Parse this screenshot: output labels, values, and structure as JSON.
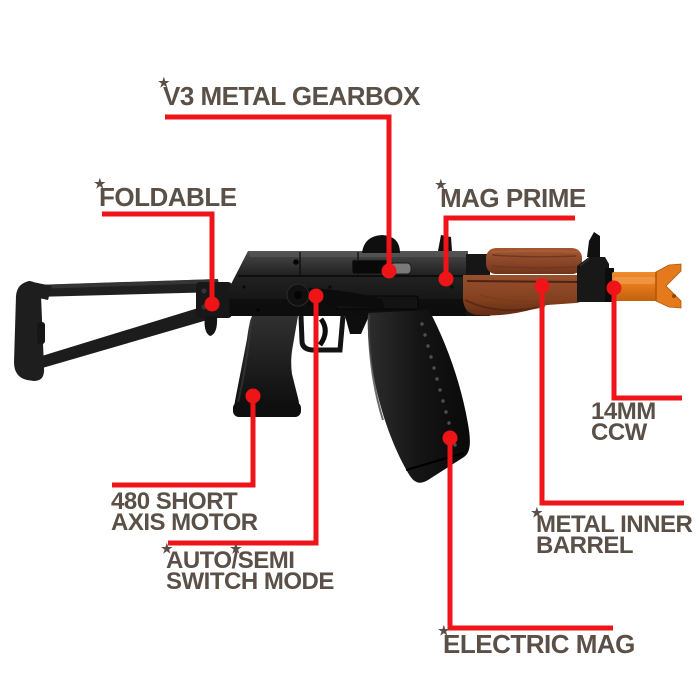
{
  "page": {
    "type": "product-feature-diagram",
    "background": "#ffffff"
  },
  "colors": {
    "callout_red": "#ee1418",
    "label_text": "#5a5047",
    "gun_black": "#1a1a1a",
    "wood_brown": "#8f4e2d",
    "orange_tip": "#e4791c"
  },
  "icons": {
    "star": "★"
  },
  "product": {
    "image_alt": "airsoft AK rifle with folding stock, wood handguard and orange muzzle"
  },
  "labels": {
    "gearbox": {
      "text": "V3 METAL GEARBOX"
    },
    "foldable": {
      "text": "FOLDABLE"
    },
    "mag_prime": {
      "text": "MAG PRIME"
    },
    "ccw": {
      "line1": "14MM",
      "line2": "CCW"
    },
    "motor": {
      "line1": "480 SHORT",
      "line2": "AXIS MOTOR"
    },
    "switch_mode": {
      "line1": "AUTO/SEMI",
      "line2": "SWITCH MODE"
    },
    "inner_barrel": {
      "line1": "METAL INNER",
      "line2": "BARREL"
    },
    "electric_mag": {
      "text": "ELECTRIC MAG"
    }
  }
}
